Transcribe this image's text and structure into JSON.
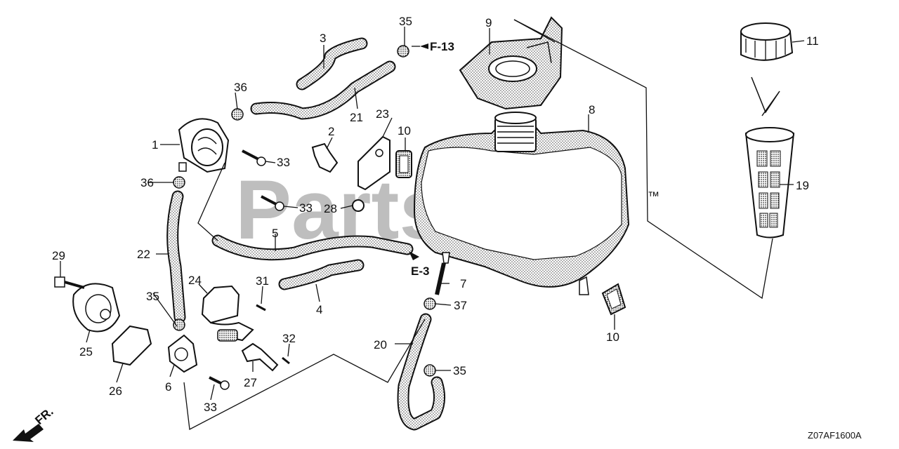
{
  "diagram": {
    "watermark": "PartsTree",
    "trademark": "™",
    "diagram_code": "Z07AF1600A",
    "front_marker": "FR.",
    "refs": {
      "f13": "F-13",
      "e3": "E-3"
    },
    "callouts": {
      "c1": "1",
      "c2": "2",
      "c3": "3",
      "c4": "4",
      "c5": "5",
      "c6": "6",
      "c7": "7",
      "c8": "8",
      "c9": "9",
      "c10a": "10",
      "c10b": "10",
      "c11": "11",
      "c19": "19",
      "c20": "20",
      "c21": "21",
      "c22": "22",
      "c23": "23",
      "c24": "24",
      "c25": "25",
      "c26": "26",
      "c27": "27",
      "c28": "28",
      "c29": "29",
      "c31": "31",
      "c32": "32",
      "c33a": "33",
      "c33b": "33",
      "c33c": "33",
      "c35a": "35",
      "c35b": "35",
      "c35c": "35",
      "c36a": "36",
      "c36b": "36",
      "c37": "37"
    }
  }
}
